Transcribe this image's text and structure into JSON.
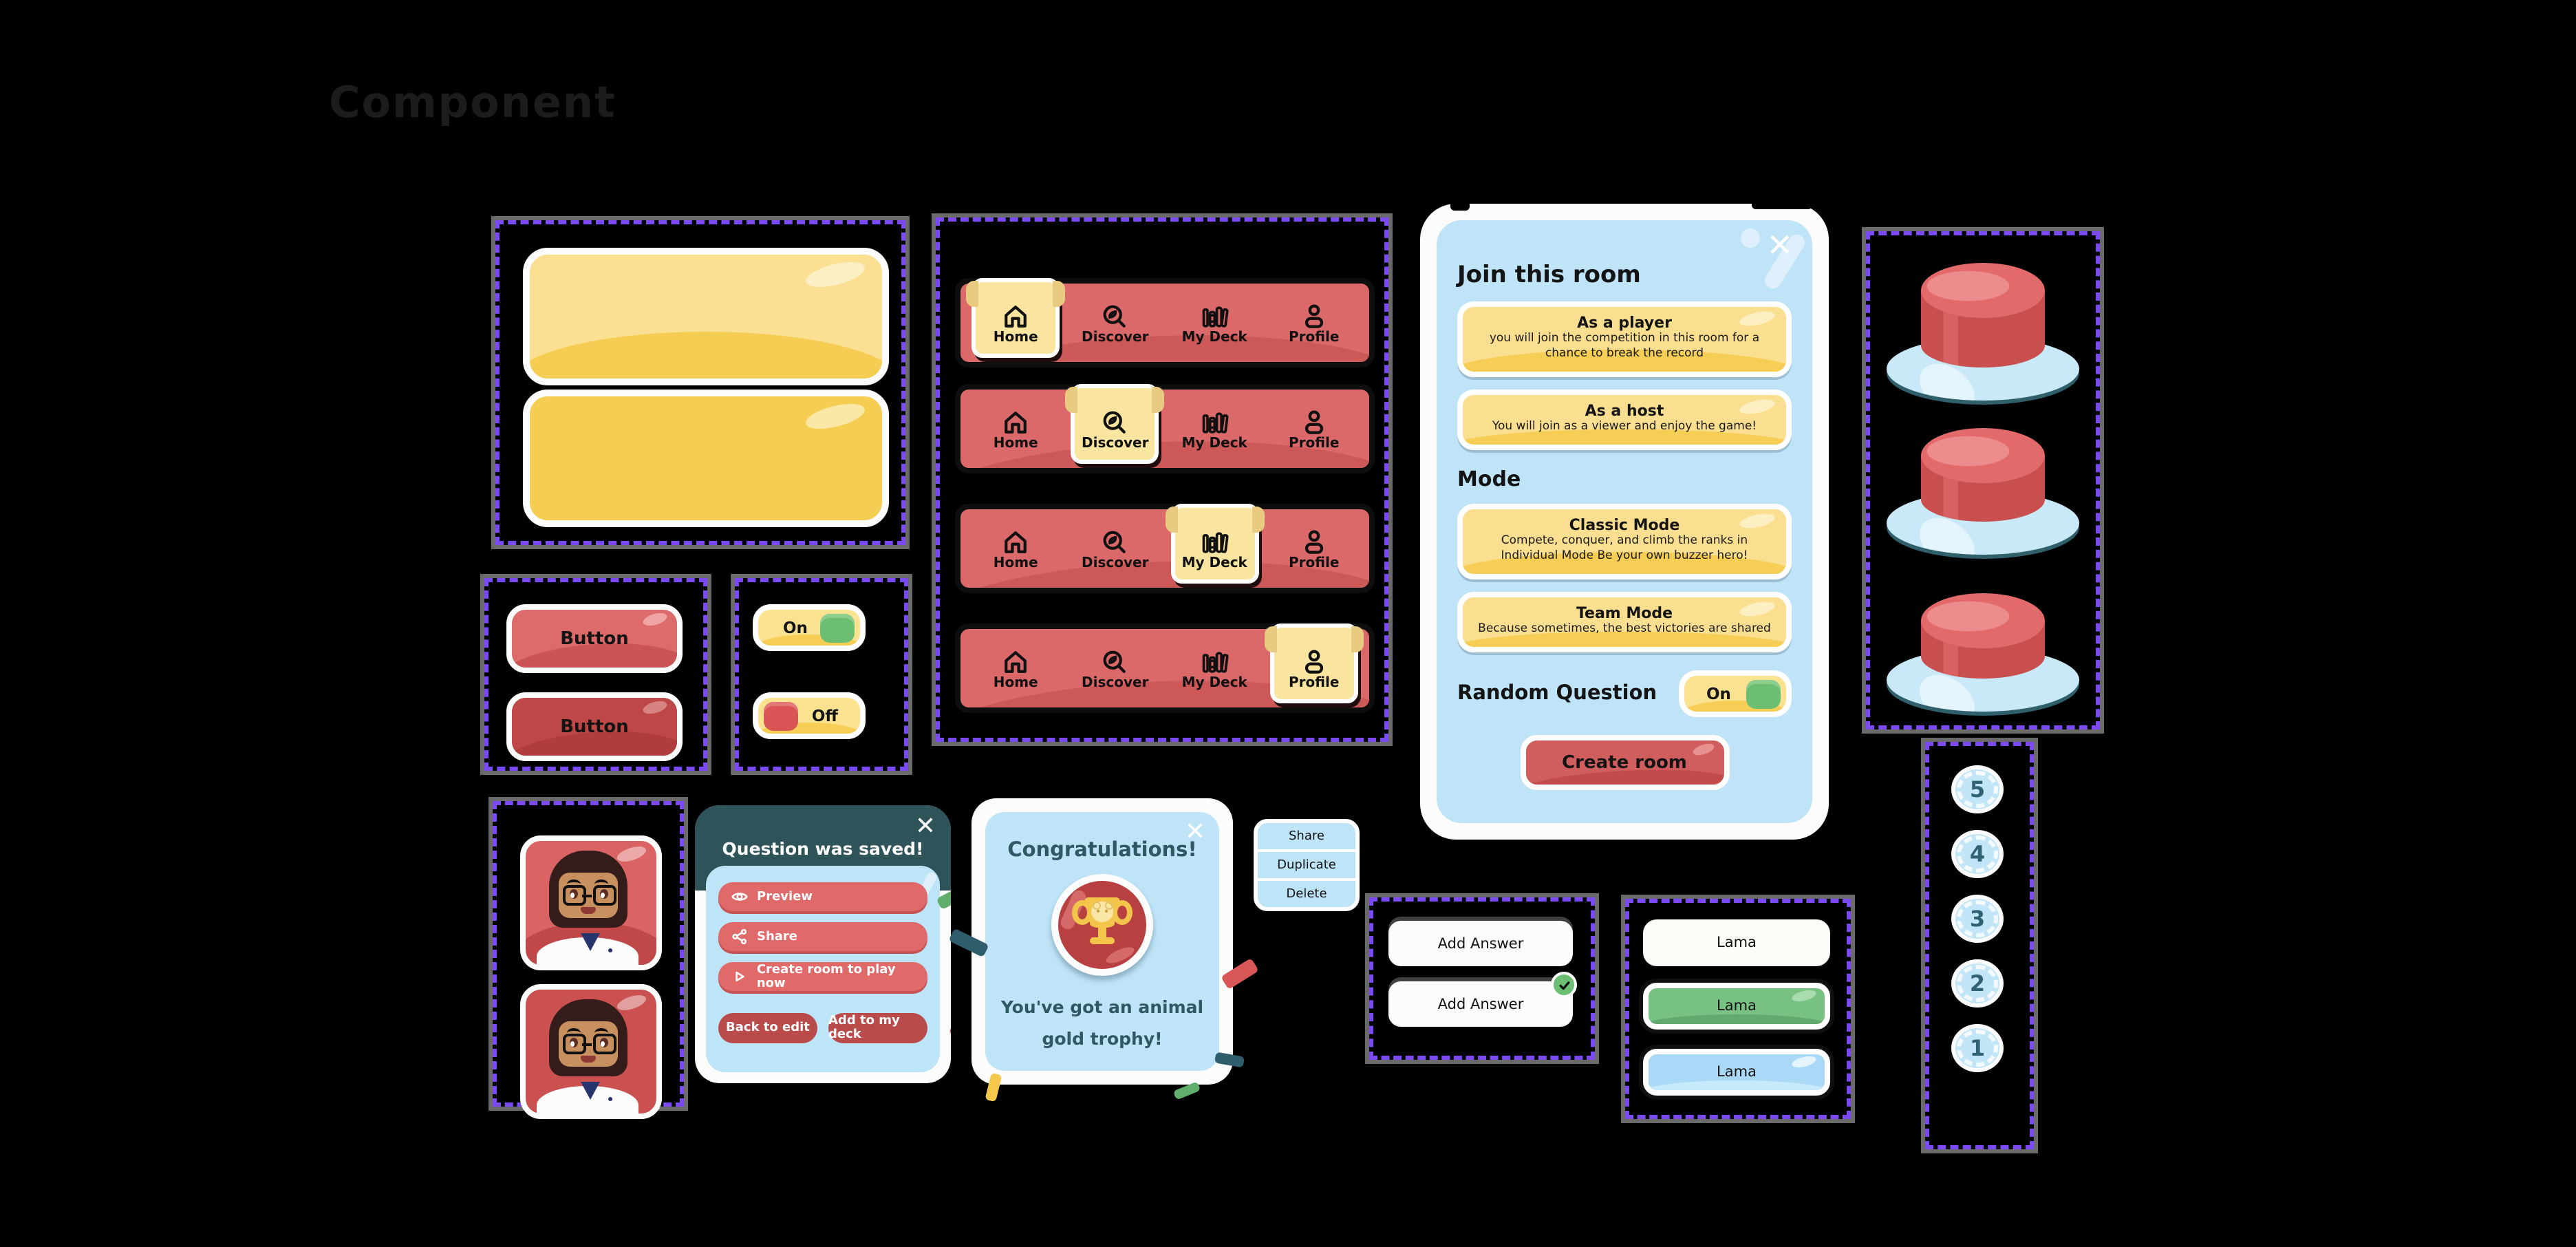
{
  "page": {
    "title": "Component"
  },
  "colors": {
    "background": "#000000",
    "red": "#DD6B6B",
    "dark_red": "#BE4848",
    "yellow": "#F6CD53",
    "light_yellow": "#FBDF92",
    "panel_blue": "#BFE4F7",
    "header_teal": "#2E5359",
    "green": "#6CBE73",
    "frame_purple": "#7B49F5"
  },
  "navbar": {
    "items": [
      {
        "label": "Home"
      },
      {
        "label": "Discover"
      },
      {
        "label": "My Deck"
      },
      {
        "label": "Profile"
      }
    ],
    "bars": [
      {
        "active": "Home"
      },
      {
        "active": "Discover"
      },
      {
        "active": "My Deck"
      },
      {
        "active": "Profile"
      }
    ]
  },
  "join_modal": {
    "title": "Join this room",
    "close": "✕",
    "options": [
      {
        "title": "As a player",
        "desc": "you will join the competition in this room for a chance to break the record"
      },
      {
        "title": "As a host",
        "desc": "You will join as a viewer and enjoy the game!"
      }
    ],
    "mode_heading": "Mode",
    "modes": [
      {
        "title": "Classic Mode",
        "desc": "Compete, conquer, and climb the ranks in Individual Mode Be your own buzzer hero!"
      },
      {
        "title": "Team Mode",
        "desc": "Because sometimes, the best victories are shared"
      }
    ],
    "random_label": "Random Question",
    "toggle_label": "On",
    "create_button": "Create room"
  },
  "buttons": {
    "labels": [
      "Button",
      "Button"
    ]
  },
  "toggles": [
    {
      "label": "On"
    },
    {
      "label": "Off"
    }
  ],
  "saved_modal": {
    "title": "Question was saved!",
    "close": "✕",
    "actions": [
      {
        "label": "Preview",
        "icon": "eye-icon"
      },
      {
        "label": "Share",
        "icon": "share-icon"
      },
      {
        "label": "Create room to play now",
        "icon": "play-icon"
      }
    ],
    "footer": [
      {
        "label": "Back to edit"
      },
      {
        "label": "Add to my deck"
      }
    ]
  },
  "congrats_modal": {
    "title": "Congratulations!",
    "close": "✕",
    "message_line1": "You've got an animal",
    "message_line2": "gold trophy!"
  },
  "context_menu": {
    "items": [
      {
        "label": "Share"
      },
      {
        "label": "Duplicate"
      },
      {
        "label": "Delete"
      }
    ]
  },
  "add_answer": {
    "fields": [
      {
        "label": "Add Answer"
      },
      {
        "label": "Add Answer",
        "checked": true
      }
    ]
  },
  "answers": {
    "options": [
      {
        "label": "Lama",
        "state": "default"
      },
      {
        "label": "Lama",
        "state": "correct"
      },
      {
        "label": "Lama",
        "state": "selected"
      }
    ]
  },
  "countdown": {
    "values": [
      "5",
      "4",
      "3",
      "2",
      "1"
    ]
  }
}
